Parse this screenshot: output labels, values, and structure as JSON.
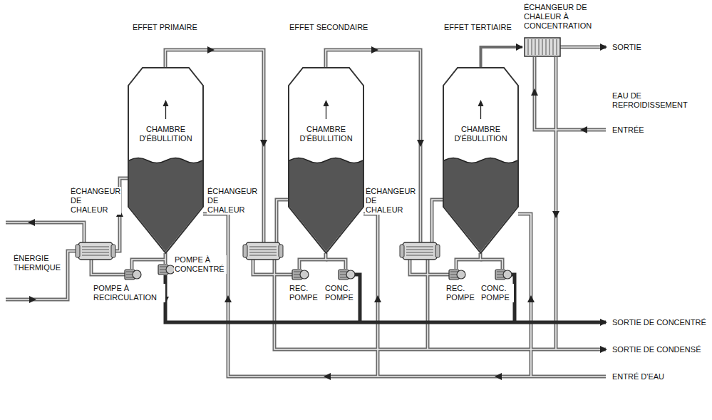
{
  "diagram": {
    "nodes": [
      {
        "text": [
          "CHAMBRE D'ÉBULLITION"
        ]
      },
      {
        "text": [
          "CHAMBRE D'ÉBULLITION"
        ]
      },
      {
        "text": [
          "CHAMBRE D'ÉBULLITION"
        ]
      },
      {
        "text": [
          "ÉCHANGEUR DE CHALEUR À CONCENTRATION"
        ]
      }
    ],
    "edges": [
      {
        "from": 2,
        "to": 3,
        "arrow": "to"
      }
    ],
    "labels": [
      "EFFET PRIMAIRE",
      "EFFET SECONDAIRE",
      "EFFET TERTIAIRE",
      "SORTIE",
      "EAU DE REFROIDISSEMENT",
      "ENTRÉE",
      "ÉCHANGEUR DE CHALEUR",
      "ÉCHANGEUR DE CHALEUR",
      "ÉCHANGEUR DE CHALEUR",
      "ÉNERGIE THERMIQUE",
      "POMPE À RECIRCULATION",
      "POMPE À CONCENTRÉ",
      "REC. POMPE",
      "CONC. POMPE",
      "REC. POMPE",
      "CONC. POMPE",
      "SORTIE DE CONCENTRÉ",
      "SORTIE DE CONDENSÉ",
      "ENTRÉ D'EAU"
    ]
  }
}
